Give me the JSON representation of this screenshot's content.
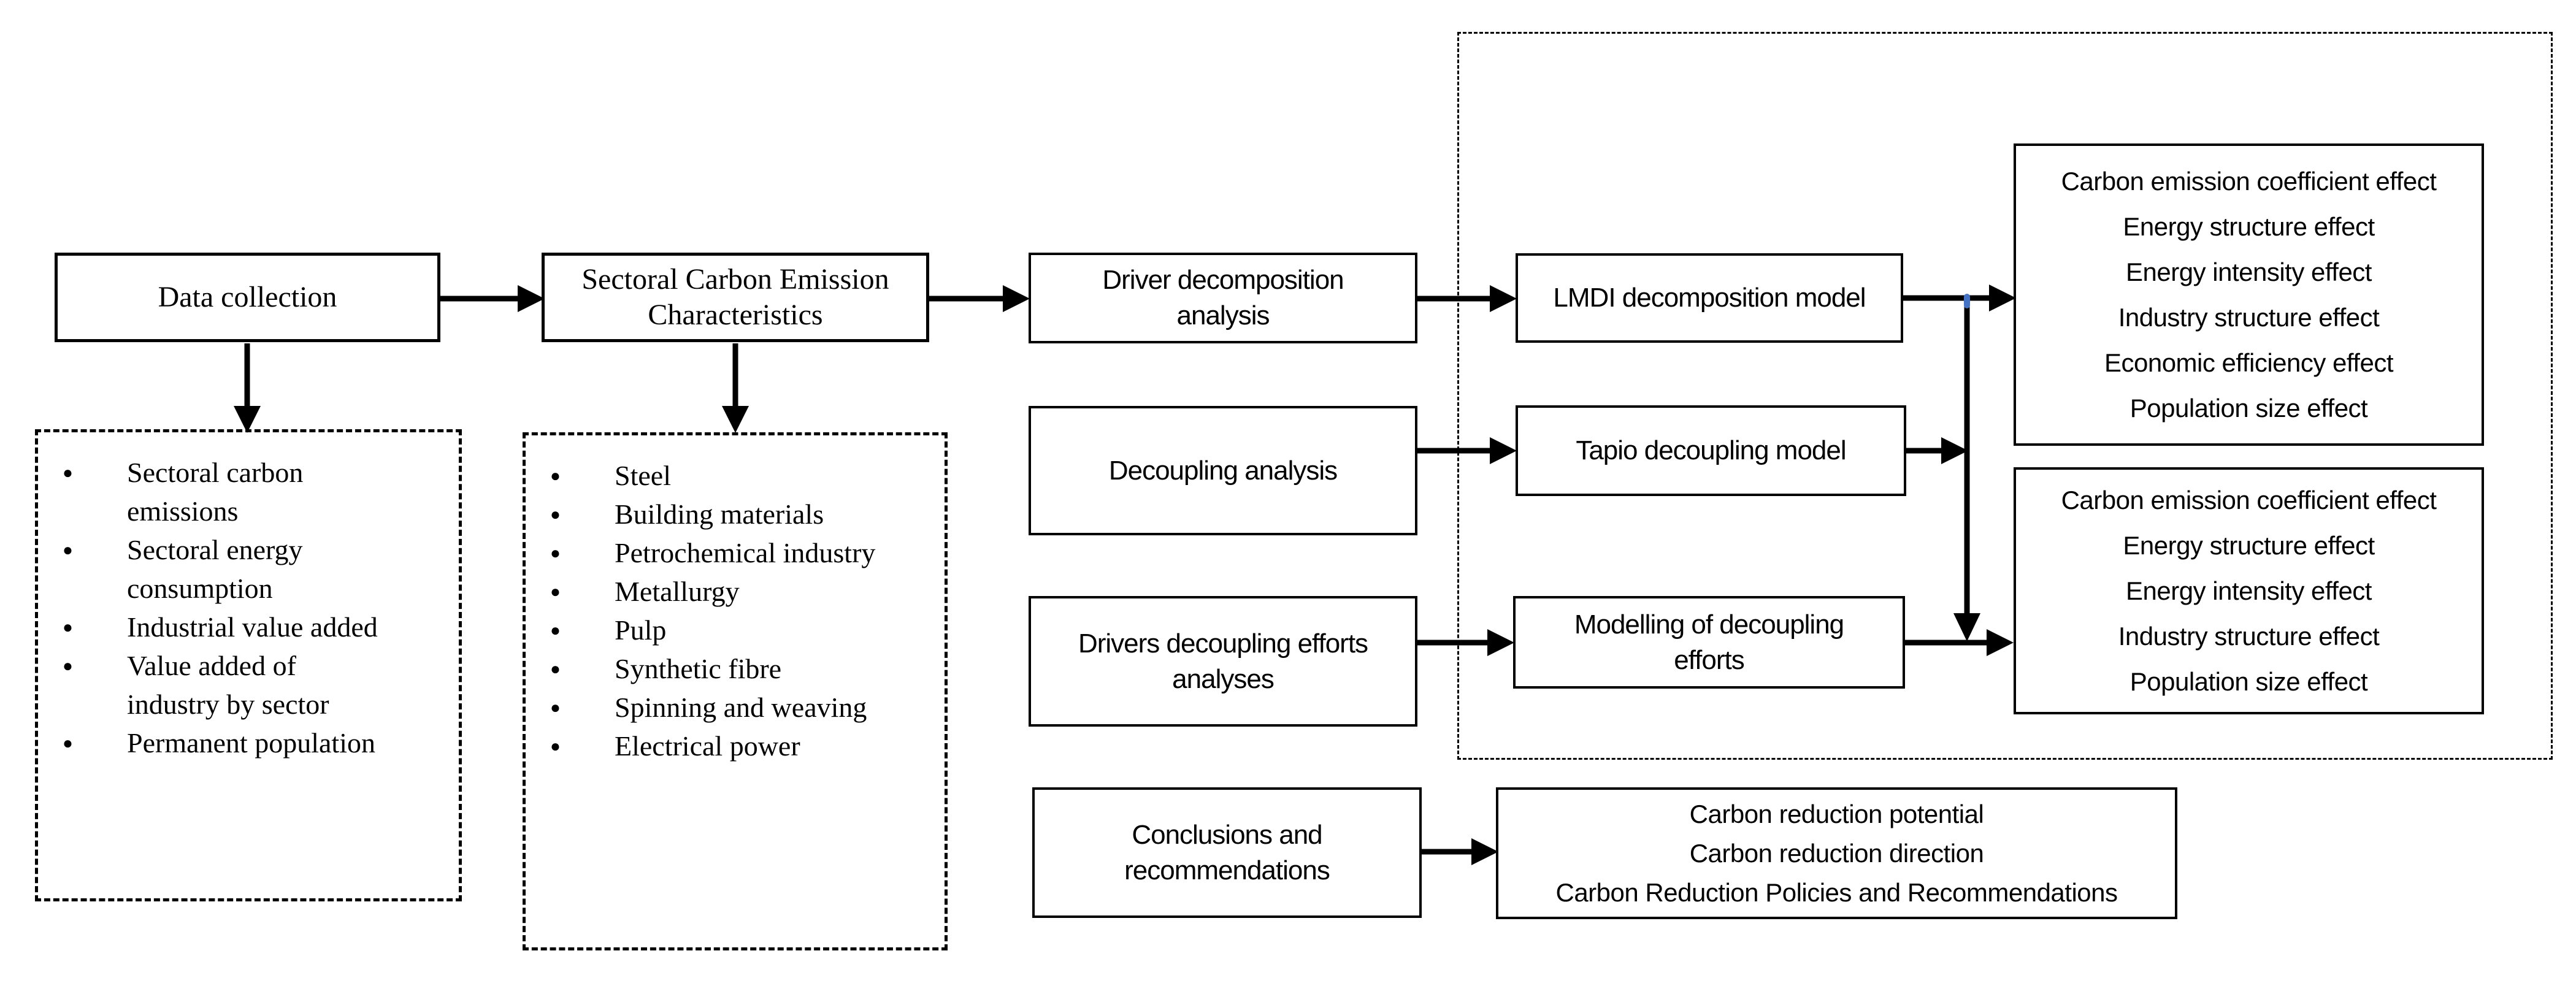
{
  "figure": {
    "background": "#ffffff",
    "line_color": "#000000",
    "junction_marker_color": "#4472c4"
  },
  "nodes": {
    "data_collection": {
      "label": "Data collection"
    },
    "data_sources": {
      "items": [
        "Sectoral carbon\nemissions",
        "Sectoral energy\nconsumption",
        "Industrial value added",
        "Value added of\nindustry by sector",
        "Permanent population"
      ]
    },
    "sectoral_characteristics": {
      "lines": [
        "Sectoral Carbon Emission",
        "Characteristics"
      ]
    },
    "industry_sectors": {
      "items": [
        "Steel",
        "Building materials",
        "Petrochemical industry",
        "Metallurgy",
        "Pulp",
        "Synthetic fibre",
        "Spinning and weaving",
        "Electrical power"
      ]
    },
    "driver_decomposition": {
      "lines": [
        "Driver decomposition",
        "analysis"
      ]
    },
    "decoupling_analysis": {
      "label": "Decoupling analysis"
    },
    "drivers_decoupling_efforts": {
      "lines": [
        "Drivers decoupling efforts",
        "analyses"
      ]
    },
    "lmdi_model": {
      "label": "LMDI decomposition model"
    },
    "tapio_model": {
      "label": "Tapio decoupling model"
    },
    "modelling_of_decoupling_efforts": {
      "lines": [
        "Modelling of decoupling",
        "efforts"
      ]
    },
    "lmdi_effects": {
      "lines": [
        "Carbon emission coefficient effect",
        "Energy structure effect",
        "Energy intensity effect",
        "Industry structure effect",
        "Economic efficiency effect",
        "Population size effect"
      ]
    },
    "decoupling_effort_effects": {
      "lines": [
        "Carbon emission coefficient effect",
        "Energy structure effect",
        "Energy intensity effect",
        "Industry structure effect",
        "Population size effect"
      ]
    },
    "conclusions": {
      "lines": [
        "Conclusions and",
        "recommendations"
      ]
    },
    "outcomes": {
      "lines": [
        "Carbon reduction potential",
        "Carbon reduction direction",
        "Carbon Reduction Policies and Recommendations"
      ]
    }
  }
}
